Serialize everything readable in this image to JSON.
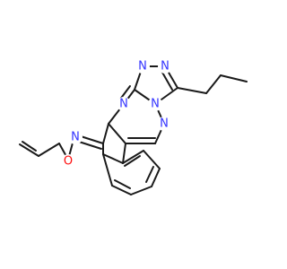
{
  "molecule": {
    "colors": {
      "N": "#3333ff",
      "O": "#ff0d0d",
      "bond": "#1a1a1a"
    },
    "atoms": {
      "n_trz_top_left": "N",
      "n_trz_top_right": "N",
      "n_trz_bottom": "N",
      "n_trn_upper": "N",
      "n_trn_lower": "N",
      "n_oxime": "N",
      "o_oxime": "O"
    }
  }
}
